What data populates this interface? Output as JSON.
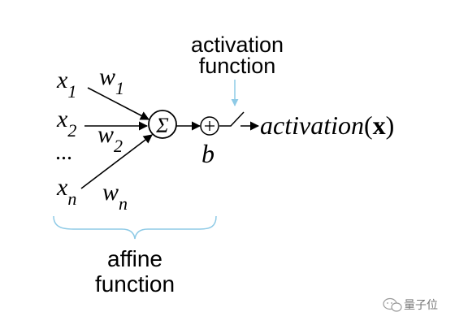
{
  "diagram": {
    "activation_function_label": [
      "activation",
      "function"
    ],
    "affine_function_label": [
      "affine",
      "function"
    ],
    "inputs": {
      "x1": {
        "base": "x",
        "sub": "1"
      },
      "x2": {
        "base": "x",
        "sub": "2"
      },
      "ellipsis": "...",
      "xn": {
        "base": "x",
        "sub": "n"
      }
    },
    "weights": {
      "w1": {
        "base": "w",
        "sub": "1"
      },
      "w2": {
        "base": "w",
        "sub": "2"
      },
      "wn": {
        "base": "w",
        "sub": "n"
      }
    },
    "sum_symbol": "Σ",
    "plus_symbol": "+",
    "bias": "b",
    "output": {
      "func": "activation",
      "open": "(",
      "arg": "x",
      "close": ")"
    },
    "colors": {
      "accent": "#8ecae6",
      "ink": "#000000"
    }
  },
  "watermark": {
    "text": "量子位"
  }
}
